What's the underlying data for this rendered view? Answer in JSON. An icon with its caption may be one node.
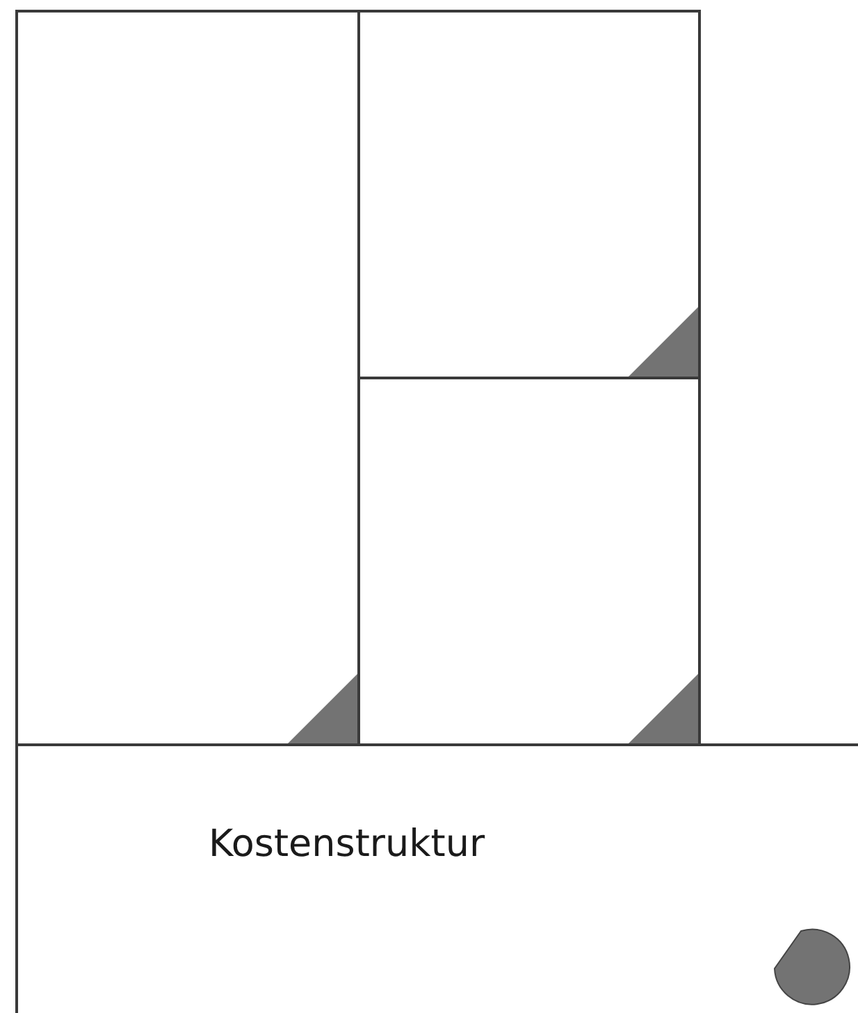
{
  "diagram": {
    "nodes": [
      {
        "text": [],
        "shape": "box"
      },
      {
        "text": [],
        "shape": "box"
      },
      {
        "text": [],
        "shape": "box"
      },
      {
        "text": [
          "Kostenstruktur"
        ]
      }
    ]
  }
}
